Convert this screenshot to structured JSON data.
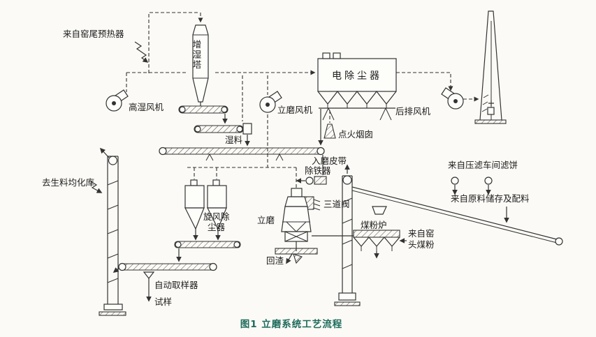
{
  "figure": {
    "caption": "图1 立磨系统工艺流程"
  },
  "colors": {
    "line": "#333333",
    "caption": "#1d6b5c",
    "paper": "#fbfaf6"
  },
  "labels": {
    "from_kiln_tail_preheater": "来自窑尾预热器",
    "high_humidity_fan": "高湿风机",
    "humidification_tower": "增湿塔",
    "electrostatic_precipitator": "电除尘器",
    "vertical_mill_fan": "立磨风机",
    "rear_exhaust_fan": "后排风机",
    "ignition_chimney": "点火烟囱",
    "wet_material": "湿料",
    "mill_feed_belt": "入磨皮带",
    "to_raw_meal_homogenizing_silo": "去生料均化库",
    "cyclone_line1": "旋风除",
    "cyclone_line2": "尘器",
    "vertical_mill": "立磨",
    "iron_remover": "除铁器",
    "three_way_valve": "三道阀",
    "coal_powder_furnace": "煤粉炉",
    "filter_cake_from_filter_press_shop": "来自压滤车间滤饼",
    "from_raw_material_storage_and_batching": "来自原料储存及配料",
    "from_kiln_head_coal_line1": "来自窑",
    "from_kiln_head_coal_line2": "头煤粉",
    "return_slag": "回渣",
    "automatic_sampler": "自动取样器",
    "sample": "试样"
  }
}
